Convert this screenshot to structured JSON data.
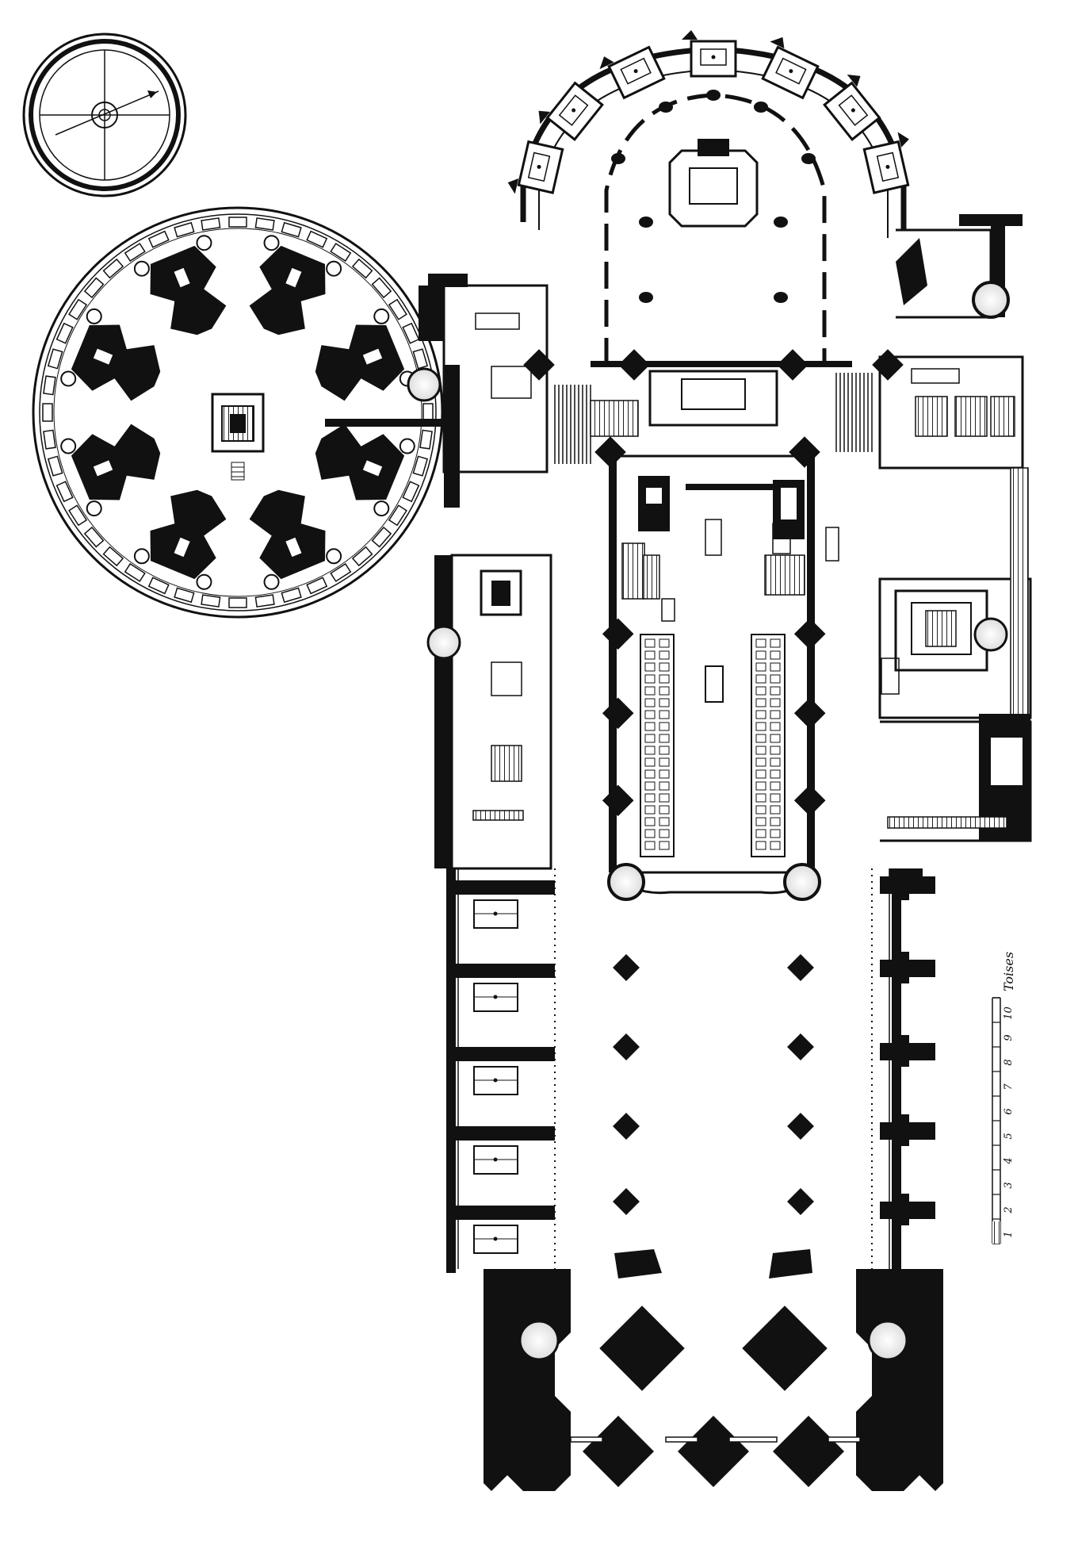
{
  "plan": {
    "ink_color": "#111111",
    "paper_color": "#ffffff"
  },
  "scale_bar": {
    "unit": "Toises",
    "ticks": [
      "1",
      "2",
      "3",
      "4",
      "5",
      "6",
      "7",
      "8",
      "9",
      "10"
    ]
  }
}
